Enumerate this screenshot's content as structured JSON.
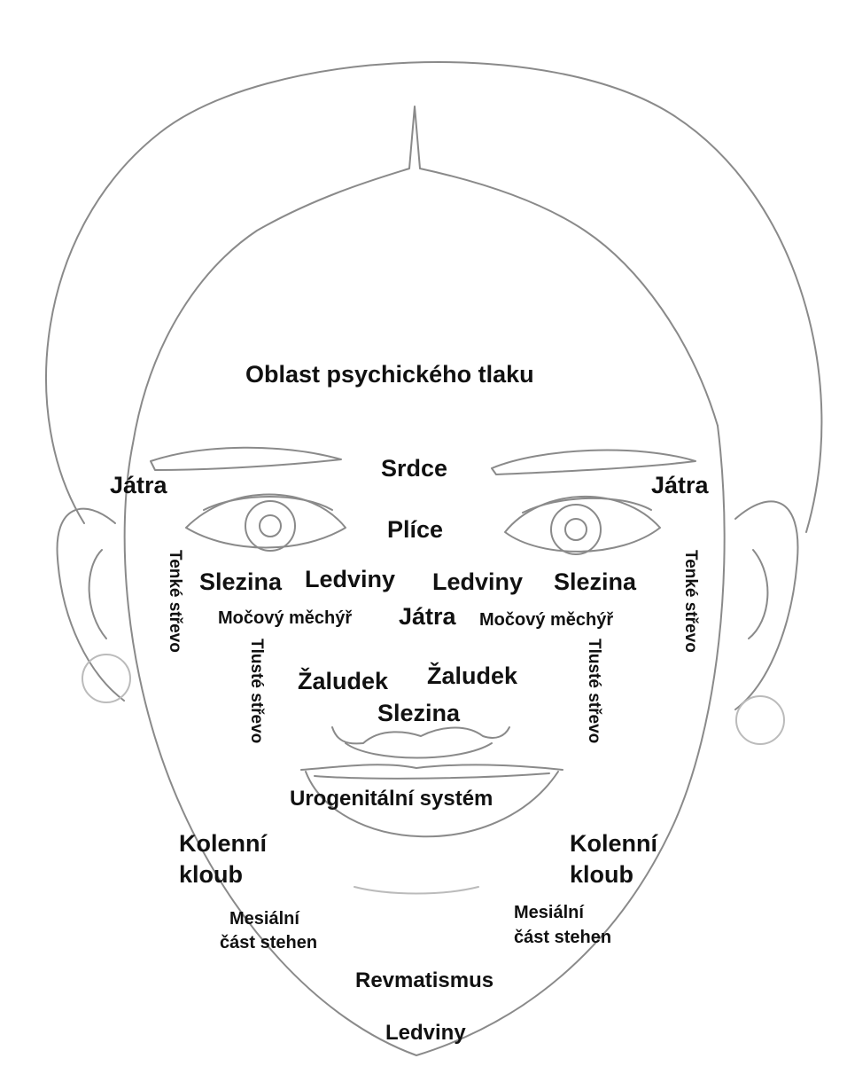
{
  "diagram": {
    "line_color": "#8a8a8a",
    "text_color": "#111111",
    "labels": {
      "psych": "Oblast psychického tlaku",
      "heart": "Srdce",
      "liver_left": "Játra",
      "liver_right": "Játra",
      "lungs": "Plíce",
      "spleen_left": "Slezina",
      "kidney_left": "Ledviny",
      "kidney_right": "Ledviny",
      "spleen_right": "Slezina",
      "bladder_left": "Močový měchýř",
      "liver_center": "Játra",
      "bladder_right": "Močový měchýř",
      "small_int_left": "Tenké střevo",
      "small_int_right": "Tenké střevo",
      "large_int_left": "Tlusté střevo",
      "large_int_right": "Tlusté střevo",
      "stomach_left": "Žaludek",
      "stomach_right": "Žaludek",
      "spleen_center": "Slezina",
      "urogenital": "Urogenitální systém",
      "knee_left_1": "Kolenní",
      "knee_left_2": "kloub",
      "knee_right_1": "Kolenní",
      "knee_right_2": "kloub",
      "thigh_left_1": "Mesiální",
      "thigh_left_2": "část stehen",
      "thigh_right_1": "Mesiální",
      "thigh_right_2": "část stehen",
      "rheuma": "Revmatismus",
      "kidney_bottom": "Ledviny"
    }
  }
}
